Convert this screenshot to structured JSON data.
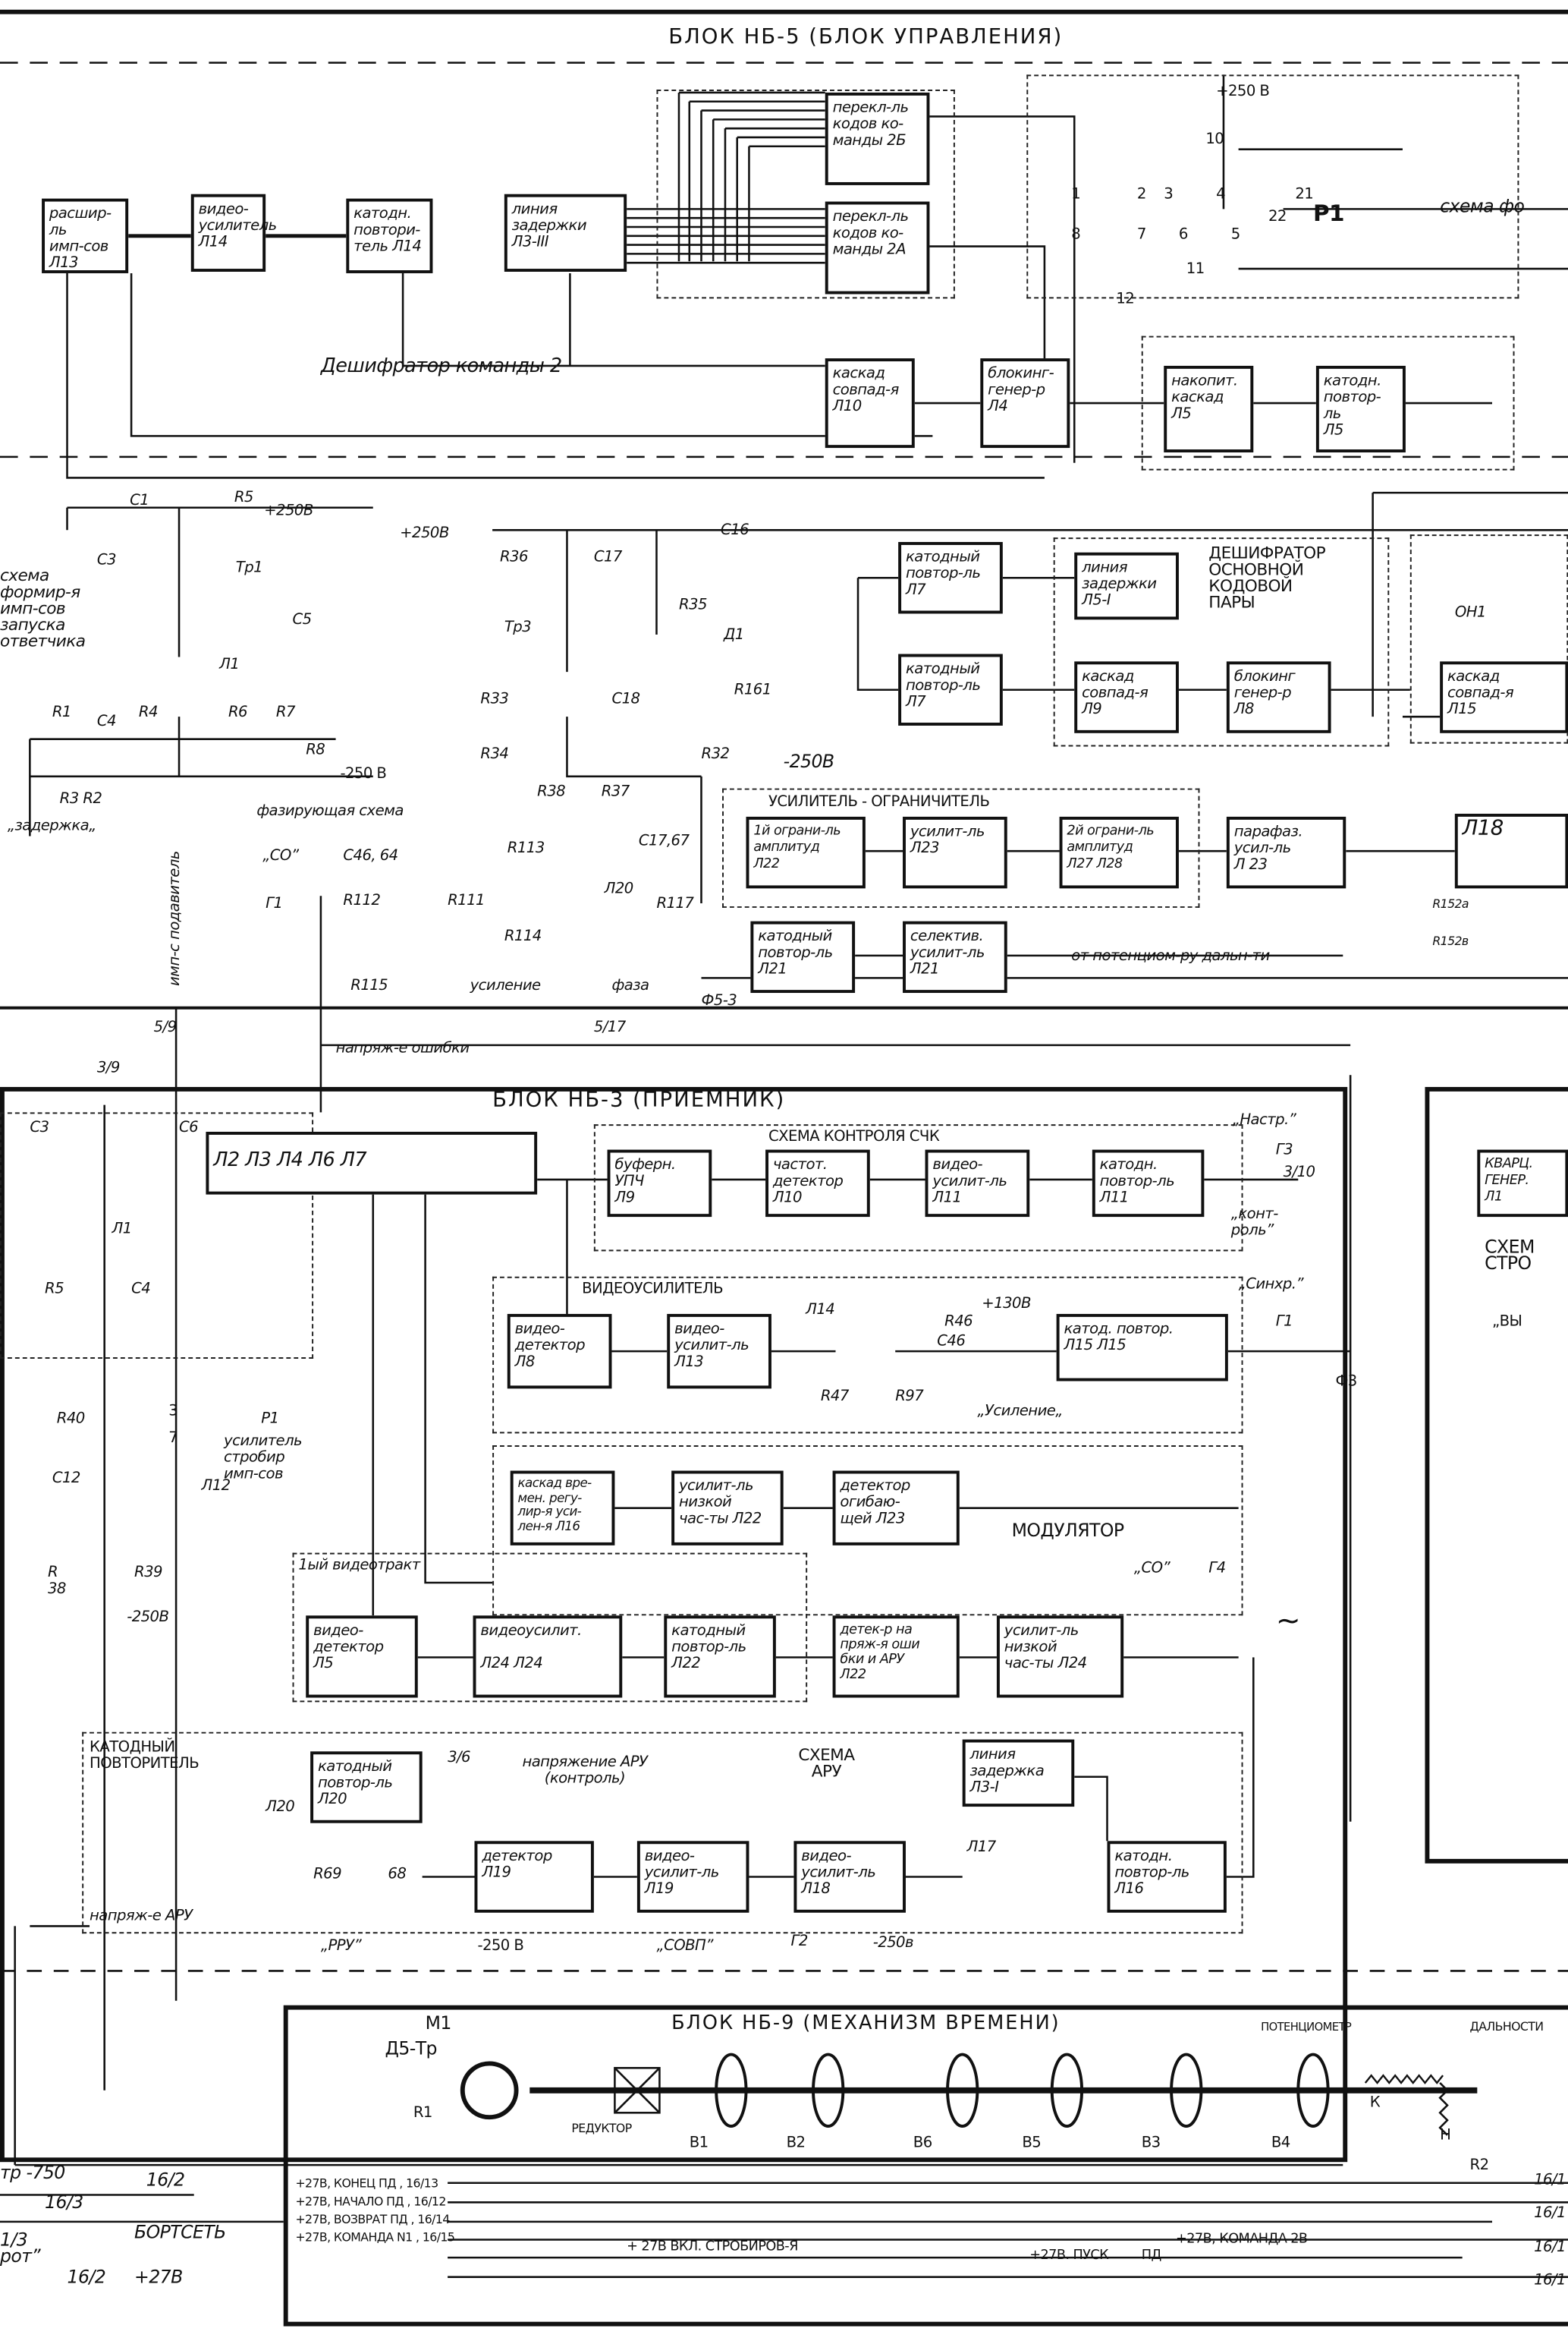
{
  "nb5": {
    "title": "БЛОК НБ-5   (БЛОК УПРАВЛЕНИЯ)",
    "l13": "расшир-ль\nимп-сов\nЛ13",
    "l14v": "видео-\nусилитель\nЛ14",
    "l14k": "катодн.\nповтори-\nтель Л14",
    "l3": "линия\nзадержки\nЛ3-III",
    "sw2b": "перекл-ль\nкодов ко-\nманды 2Б",
    "sw2a": "перекл-ль\nкодов ко-\nманды 2А",
    "l10": "каскад\nсовпад-я\nЛ10",
    "l4": "блокинг-\nгенер-р\nЛ4",
    "l5n": "накопит.\nкаскад\nЛ5",
    "l5k": "катодн.\nповтор-ль\nЛ5",
    "decoder2": "Дешифратор  команды 2",
    "plus250": "+250 В",
    "relay": "Р1",
    "scheme_f": "схема фо",
    "contacts": [
      "1",
      "2",
      "3",
      "4",
      "5",
      "6",
      "7",
      "8",
      "10",
      "11",
      "12",
      "21",
      "22"
    ]
  },
  "mid": {
    "launch": "схема\nформир-я\nимп-сов\nзапуска\nответчика",
    "c1": "С1",
    "r5": "R5",
    "p250": "+250В",
    "c3": "С3",
    "tp1": "Тр1",
    "l1": "Л1",
    "c5": "С5",
    "r1": "R1",
    "c4": "С4",
    "r4": "R4",
    "r6": "R6",
    "r7": "R7",
    "r8": "R8",
    "m250": "-250 В",
    "r3r2": "R3 R2",
    "delay": "„задержка„",
    "p250b": "+250В",
    "r36": "R36",
    "c17": "С17",
    "c16": "С16",
    "tp3": "Тр3",
    "r35": "R35",
    "d1": "Д1",
    "r161": "R161",
    "r33": "R33",
    "c18": "С18",
    "r34": "R34",
    "r38": "R38",
    "r37": "R37",
    "r32": "R32",
    "m250b": "-250В",
    "phasing": "фазирующая схема",
    "l7a": "катодный\nповтор-ль\nЛ7",
    "l7b": "катодный\nповтор-ль\nЛ7",
    "l5i": "линия\nзадержки\nЛ5-I",
    "main_decoder": "ДЕШИФРАТОР\nОСНОВНОЙ\nКОДОВОЙ\nПАРЫ",
    "l9": "каскад\nсовпад-я\nЛ9",
    "l8": "блокинг\nгенер-р\nЛ8",
    "on1": "ОН1",
    "l15": "каскад\nсовпад-я\nЛ15",
    "limiter": "УСИЛИТЕЛЬ - ОГРАНИЧИТЕЛЬ",
    "l22": "1й ограни-ль\nамплитуд\nЛ22",
    "l23": "усилит-ль\nЛ23",
    "l27": "2й ограни-ль\nамплитуд\nЛ27 Л28",
    "paraphase": "парафаз.\nусил-ль\nЛ 23",
    "l18": "Л18",
    "r152a": "R152а",
    "r152b": "R152в",
    "l21k": "катодный\nповтор-ль\nЛ21",
    "l21s": "селектив.\nусилит-ль\nЛ21",
    "from_pot": "от потенциом-ру дальн-ти",
    "co": "„СО”",
    "g1": "Г1",
    "c4664": "С46, 64",
    "r113": "R113",
    "c1767": "С17,67",
    "r112": "R112",
    "r111": "R111",
    "r114": "R114",
    "l20": "Л20",
    "r117": "R117",
    "r115": "R115",
    "gain": "усиление",
    "phase": "фаза",
    "pulse_sup": "имп-с подавитель",
    "n59": "5/9",
    "n39": "3/9",
    "n517": "5/17",
    "error_v": "напряж-е ошибки",
    "f53": "Ф5-3"
  },
  "nb3": {
    "title": "БЛОК НБ-3   (ПРИЕМНИК)",
    "if_amp": "Л2   Л3   Л4   Л6   Л7",
    "c3": "С3",
    "c6": "С6",
    "l1": "Л1",
    "r5": "R5",
    "c4": "С4",
    "afc": "СХЕМА   КОНТРОЛЯ   СЧК",
    "l9": "буферн.\nУПЧ\nЛ9",
    "l10": "частот.\nдетектор\nЛ10",
    "l11": "видео-\nусилит-ль\nЛ11",
    "l11k": "катодн.\nповтор-ль\nЛ11",
    "tune": "„Настр.”",
    "g3": "Г3",
    "n310": "3/10",
    "control": "„конт-\nроль”",
    "video_amp": "ВИДЕОУСИЛИТЕЛЬ",
    "l8": "видео-\nдетектор\nЛ8",
    "l13": "видео-\nусилит-ль\nЛ13",
    "l14": "Л14",
    "r46": "R46",
    "p130": "+130В",
    "c46": "С46",
    "r47": "R47",
    "r97": "R97",
    "gain": "„Усиление„",
    "l15": "катод. повтор.\nЛ15    Л15",
    "sync": "„Синхр.”",
    "g1": "Г1",
    "f3": "Ф3",
    "l16": "каскад вре-\nмен. регу-\nлир-я уси-\nлен-я Л16",
    "l22": "усилит-ль\nнизкой\nчас-ты Л22",
    "l23": "детектор\nогибаю-\nщей Л23",
    "modulator": "МОДУЛЯТОР",
    "video1": "1ый видеотракт",
    "l5": "видео-\nдетектор\nЛ5",
    "l24": "видеоусилит.\n\nЛ24  Л24",
    "l22k": "катодный\nповтор-ль\nЛ22",
    "l22d": "детек-р на\nпряж-я оши\nбки и АРУ\nЛ22",
    "l24u": "усилит-ль\nнизкой\nчас-ты Л24",
    "co": "„СО”",
    "g4": "Г4",
    "tilde": "~",
    "cf": "КАТОДНЫЙ\nПОВТОРИТЕЛЬ",
    "l20": "катодный\nповтор-ль\nЛ20",
    "n36": "3/6",
    "agc_v": "напряжение АРУ\n(контроль)",
    "agc": "СХЕМА\nАРУ",
    "l3i": "линия\nзадержка\nЛ3-I",
    "l19d": "детектор\nЛ19",
    "l19v": "видео-\nусилит-ль\nЛ19",
    "l18": "видео-\nусилит-ль\nЛ18",
    "l17": "Л17",
    "l16k": "катодн.\nповтор-ль\nЛ16",
    "l20t": "Л20",
    "r69": "R69",
    "n68": "68",
    "agc_out": "напряж-е АРУ",
    "rru": "„РРУ”",
    "m250": "-250 В",
    "sovp": "„СОВП”",
    "g2": "Г2",
    "m250b": "-250в",
    "r40": "R40",
    "p1": "Р1",
    "k3": "3",
    "k7": "7",
    "strobe": "усилитель\nстробир\nимп-сов",
    "c12": "С12",
    "l12": "Л12",
    "r38": "R\n38",
    "r39": "R39",
    "m250c": "-250В"
  },
  "right": {
    "quartz": "КВАРЦ.\nГЕНЕР.\nЛ1",
    "scheme": "СХЕМ\nСТРО",
    "out": "„ВЫ"
  },
  "nb9": {
    "title": "БЛОК   НБ-9   (МЕХАНИЗМ  ВРЕМЕНИ)",
    "m1": "М1",
    "motor": "Д5-Тр",
    "r1": "R1",
    "reducer": "РЕДУКТОР",
    "cams": [
      "В1",
      "В2",
      "В6",
      "В5",
      "В3",
      "В4"
    ],
    "pot": "ПОТЕНЦИОМЕТР",
    "range": "ДАЛЬНОСТИ",
    "k": "К",
    "n": "Н",
    "r2": "R2",
    "signals": [
      "+27В, КОНЕЦ  ПД , 16/13",
      "+27В, НАЧАЛО  ПД , 16/12",
      "+27В, ВОЗВРАТ ПД , 16/14",
      "+27В, КОМАНДА N1 , 16/15"
    ],
    "strobe_on": "+ 27В  ВКЛ.  СТРОБИРОВ-Я",
    "start": "+27В. ПУСК",
    "pd": "ПД",
    "cmd2v": "+27В, КОМАНДА 2В"
  },
  "left_bottom": {
    "tr750": "тр -750",
    "n163": "16/3",
    "n162a": "16/2",
    "n13": "1/3\nрот”",
    "n162b": "16/2",
    "board": "БОРТСЕТЬ",
    "p27": "+27В"
  },
  "right_bottom": [
    "16/1",
    "16/1",
    "16/1",
    "16/1"
  ]
}
